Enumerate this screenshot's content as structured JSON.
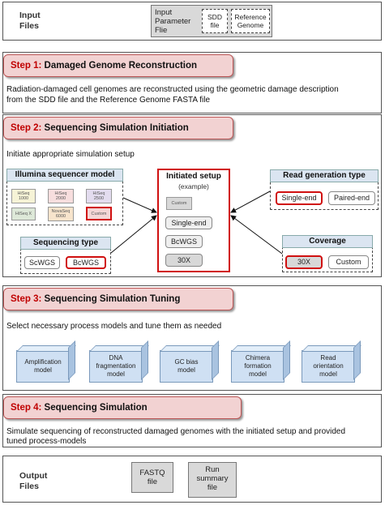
{
  "input": {
    "label": "Input\nFiles",
    "param_file": "Input\nParameter\nFlie",
    "sdd_file": "SDD\nfile",
    "ref_genome": "Reference\nGenome"
  },
  "step1": {
    "num": "Step 1:",
    "title": "Damaged Genome Reconstruction",
    "desc_line1": "Radiation-damaged cell genomes are reconstructed using the geometric damage description",
    "desc_line2": "from the SDD file and the Reference Genome FASTA file"
  },
  "step2": {
    "num": "Step 2:",
    "title": "Sequencing Simulation Initiation",
    "desc": "Initiate appropriate simulation setup",
    "illumina": {
      "title": "Illumina sequencer model",
      "models": [
        {
          "label": "HiSeq\n1000",
          "color": "#f6f3d6"
        },
        {
          "label": "HiSeq\n2000",
          "color": "#f7dede"
        },
        {
          "label": "HiSeq\n2500",
          "color": "#e3dcef"
        },
        {
          "label": "HiSeq X",
          "color": "#dde8d8"
        },
        {
          "label": "NovaSeq\n6000",
          "color": "#f7e4cc"
        },
        {
          "label": "Custom",
          "color": "#f4d6d6"
        }
      ]
    },
    "seq_type": {
      "title": "Sequencing type",
      "options": [
        "ScWGS",
        "BcWGS"
      ],
      "selected": "BcWGS"
    },
    "initiated": {
      "title": "Initiated setup",
      "subtitle": "(example)",
      "custom": "Custom",
      "items": [
        "Single-end",
        "BcWGS",
        "30X"
      ]
    },
    "read_gen": {
      "title": "Read generation type",
      "options": [
        "Single-end",
        "Paired-end"
      ],
      "selected": "Single-end"
    },
    "coverage": {
      "title": "Coverage",
      "options": [
        "30X",
        "Custom"
      ],
      "selected": "30X"
    }
  },
  "step3": {
    "num": "Step 3:",
    "title": "Sequencing Simulation Tuning",
    "desc": "Select necessary process models and tune them as needed",
    "models": [
      "Amplification\nmodel",
      "DNA\nfragmentation\nmodel",
      "GC bias\nmodel",
      "Chimera\nformation\nmodel",
      "Read\norientation\nmodel"
    ]
  },
  "step4": {
    "num": "Step 4:",
    "title": "Sequencing Simulation",
    "desc_line1": "Simulate sequencing of reconstructed damaged genomes with the initiated setup and provided",
    "desc_line2": "tuned process-models"
  },
  "output": {
    "label": "Output\nFiles",
    "fastq": "FASTQ\nfile",
    "summary": "Run\nsummary\nfile"
  },
  "colors": {
    "accent_red": "#c00000",
    "banner_bg": "#f2d2d2",
    "panel_blue": "#dbe5f1",
    "box_blue": "#cfe0f3"
  }
}
